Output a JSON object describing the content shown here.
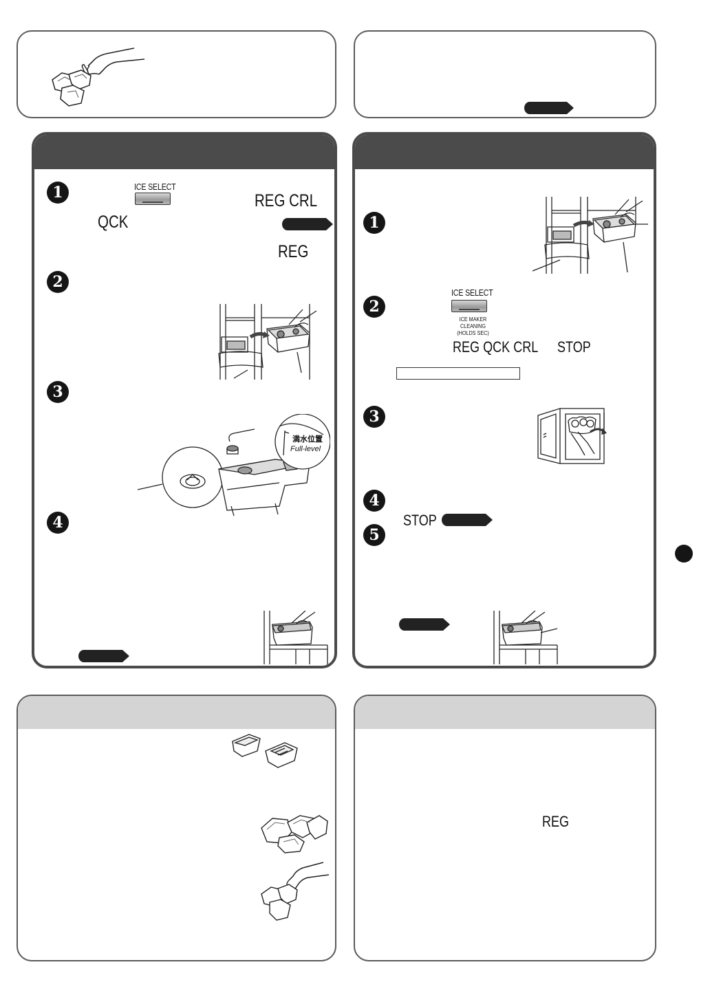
{
  "icons": {
    "hand_ice": "hand-holding-ice-icon",
    "refrigerator_tank": "ice-maker-tank-illustration",
    "water_tank_filter": "water-tank-filter-illustration",
    "ice_tray": "ice-tray-illustration",
    "page_marker": "page-marker-dot"
  },
  "panel_mid_left": {
    "steps": [
      "1",
      "2",
      "3",
      "4"
    ],
    "button_label": "ICE SELECT",
    "mode_reg_crl": "REG  CRL",
    "mode_qck": "QCK",
    "mode_reg": "REG"
  },
  "tank_label": {
    "jp": "満水位置",
    "en": "Full-level"
  },
  "panel_mid_right": {
    "steps": [
      "1",
      "2",
      "3",
      "4",
      "5"
    ],
    "button_label": "ICE SELECT",
    "button_sublabel_1": "ICE MAKER",
    "button_sublabel_2": "CLEANING",
    "button_sublabel_3": "(HOLDS SEC)",
    "modes": "REG QCK CRL",
    "mode_stop": "STOP",
    "step5_stop": "STOP"
  },
  "panel_bottom_right": {
    "mode_reg": "REG"
  },
  "colors": {
    "header_dark": "#4b4b4b",
    "header_light": "#d4d4d4",
    "border": "#5a5a5a"
  }
}
